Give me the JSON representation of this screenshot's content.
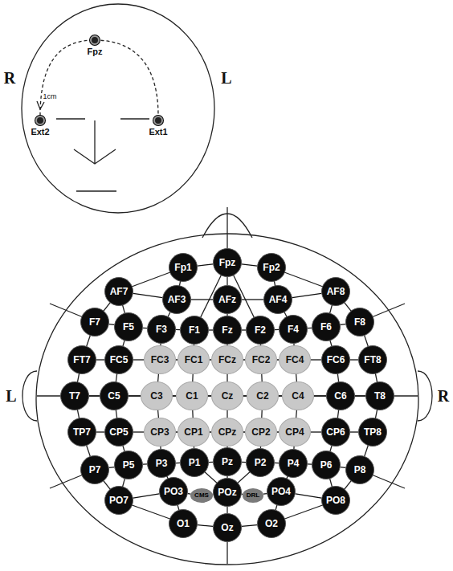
{
  "diagram": {
    "nodes": [
      {
        "text": [
          "Fpz"
        ]
      },
      {
        "text": [
          "Ext2"
        ]
      },
      {
        "text": [
          "Ext1"
        ]
      },
      {
        "text": [
          "Fp1"
        ]
      },
      {
        "text": [
          "Fpz"
        ]
      },
      {
        "text": [
          "Fp2"
        ]
      },
      {
        "text": [
          "AF7"
        ]
      },
      {
        "text": [
          "AF3"
        ]
      },
      {
        "text": [
          "AFz"
        ]
      },
      {
        "text": [
          "AF4"
        ]
      },
      {
        "text": [
          "AF8"
        ]
      },
      {
        "text": [
          "F7"
        ]
      },
      {
        "text": [
          "F5"
        ]
      },
      {
        "text": [
          "F3"
        ]
      },
      {
        "text": [
          "F1"
        ]
      },
      {
        "text": [
          "Fz"
        ]
      },
      {
        "text": [
          "F2"
        ]
      },
      {
        "text": [
          "F4"
        ]
      },
      {
        "text": [
          "F6"
        ]
      },
      {
        "text": [
          "F8"
        ]
      },
      {
        "text": [
          "FT7"
        ]
      },
      {
        "text": [
          "FC5"
        ]
      },
      {
        "text": [
          "FC3"
        ]
      },
      {
        "text": [
          "FC1"
        ]
      },
      {
        "text": [
          "FCz"
        ]
      },
      {
        "text": [
          "FC2"
        ]
      },
      {
        "text": [
          "FC4"
        ]
      },
      {
        "text": [
          "FC6"
        ]
      },
      {
        "text": [
          "FT8"
        ]
      },
      {
        "text": [
          "T7"
        ]
      },
      {
        "text": [
          "C5"
        ]
      },
      {
        "text": [
          "C3"
        ]
      },
      {
        "text": [
          "C1"
        ]
      },
      {
        "text": [
          "Cz"
        ]
      },
      {
        "text": [
          "C2"
        ]
      },
      {
        "text": [
          "C4"
        ]
      },
      {
        "text": [
          "C6"
        ]
      },
      {
        "text": [
          "T8"
        ]
      },
      {
        "text": [
          "TP7"
        ]
      },
      {
        "text": [
          "CP5"
        ]
      },
      {
        "text": [
          "CP3"
        ]
      },
      {
        "text": [
          "CP1"
        ]
      },
      {
        "text": [
          "CPz"
        ]
      },
      {
        "text": [
          "CP2"
        ]
      },
      {
        "text": [
          "CP4"
        ]
      },
      {
        "text": [
          "CP6"
        ]
      },
      {
        "text": [
          "TP8"
        ]
      },
      {
        "text": [
          "P7"
        ]
      },
      {
        "text": [
          "P5"
        ]
      },
      {
        "text": [
          "P3"
        ]
      },
      {
        "text": [
          "P1"
        ]
      },
      {
        "text": [
          "Pz"
        ]
      },
      {
        "text": [
          "P2"
        ]
      },
      {
        "text": [
          "P4"
        ]
      },
      {
        "text": [
          "P6"
        ]
      },
      {
        "text": [
          "P8"
        ]
      },
      {
        "text": [
          "PO7"
        ]
      },
      {
        "text": [
          "PO3"
        ]
      },
      {
        "text": [
          "CMS"
        ]
      },
      {
        "text": [
          "POz"
        ]
      },
      {
        "text": [
          "DRL"
        ]
      },
      {
        "text": [
          "PO4"
        ]
      },
      {
        "text": [
          "PO8"
        ]
      },
      {
        "text": [
          "O1"
        ]
      },
      {
        "text": [
          "Oz"
        ]
      },
      {
        "text": [
          "O2"
        ]
      }
    ],
    "edges": [
      {
        "from": 3,
        "to": 4,
        "arrow": "none"
      },
      {
        "from": 4,
        "to": 5,
        "arrow": "none"
      },
      {
        "from": 6,
        "to": 7,
        "arrow": "none"
      },
      {
        "from": 7,
        "to": 8,
        "arrow": "none"
      },
      {
        "from": 8,
        "to": 9,
        "arrow": "none"
      },
      {
        "from": 9,
        "to": 10,
        "arrow": "none"
      },
      {
        "from": 11,
        "to": 12,
        "arrow": "none"
      },
      {
        "from": 12,
        "to": 13,
        "arrow": "none"
      },
      {
        "from": 13,
        "to": 14,
        "arrow": "none"
      },
      {
        "from": 14,
        "to": 15,
        "arrow": "none"
      },
      {
        "from": 15,
        "to": 16,
        "arrow": "none"
      },
      {
        "from": 16,
        "to": 17,
        "arrow": "none"
      },
      {
        "from": 17,
        "to": 18,
        "arrow": "none"
      },
      {
        "from": 18,
        "to": 19,
        "arrow": "none"
      },
      {
        "from": 20,
        "to": 21,
        "arrow": "none"
      },
      {
        "from": 21,
        "to": 22,
        "arrow": "none"
      },
      {
        "from": 22,
        "to": 23,
        "arrow": "none"
      },
      {
        "from": 23,
        "to": 24,
        "arrow": "none"
      },
      {
        "from": 24,
        "to": 25,
        "arrow": "none"
      },
      {
        "from": 25,
        "to": 26,
        "arrow": "none"
      },
      {
        "from": 26,
        "to": 27,
        "arrow": "none"
      },
      {
        "from": 27,
        "to": 28,
        "arrow": "none"
      },
      {
        "from": 29,
        "to": 30,
        "arrow": "none"
      },
      {
        "from": 30,
        "to": 31,
        "arrow": "none"
      },
      {
        "from": 31,
        "to": 32,
        "arrow": "none"
      },
      {
        "from": 32,
        "to": 33,
        "arrow": "none"
      },
      {
        "from": 33,
        "to": 34,
        "arrow": "none"
      },
      {
        "from": 34,
        "to": 35,
        "arrow": "none"
      },
      {
        "from": 35,
        "to": 36,
        "arrow": "none"
      },
      {
        "from": 36,
        "to": 37,
        "arrow": "none"
      },
      {
        "from": 38,
        "to": 39,
        "arrow": "none"
      },
      {
        "from": 39,
        "to": 40,
        "arrow": "none"
      },
      {
        "from": 40,
        "to": 41,
        "arrow": "none"
      },
      {
        "from": 41,
        "to": 42,
        "arrow": "none"
      },
      {
        "from": 42,
        "to": 43,
        "arrow": "none"
      },
      {
        "from": 43,
        "to": 44,
        "arrow": "none"
      },
      {
        "from": 44,
        "to": 45,
        "arrow": "none"
      },
      {
        "from": 45,
        "to": 46,
        "arrow": "none"
      },
      {
        "from": 47,
        "to": 48,
        "arrow": "none"
      },
      {
        "from": 48,
        "to": 49,
        "arrow": "none"
      },
      {
        "from": 49,
        "to": 50,
        "arrow": "none"
      },
      {
        "from": 50,
        "to": 51,
        "arrow": "none"
      },
      {
        "from": 51,
        "to": 52,
        "arrow": "none"
      },
      {
        "from": 52,
        "to": 53,
        "arrow": "none"
      },
      {
        "from": 53,
        "to": 54,
        "arrow": "none"
      },
      {
        "from": 54,
        "to": 55,
        "arrow": "none"
      },
      {
        "from": 56,
        "to": 57,
        "arrow": "none"
      },
      {
        "from": 57,
        "to": 58,
        "arrow": "none"
      },
      {
        "from": 58,
        "to": 59,
        "arrow": "none"
      },
      {
        "from": 59,
        "to": 60,
        "arrow": "none"
      },
      {
        "from": 60,
        "to": 61,
        "arrow": "none"
      },
      {
        "from": 61,
        "to": 62,
        "arrow": "none"
      },
      {
        "from": 63,
        "to": 64,
        "arrow": "none"
      },
      {
        "from": 64,
        "to": 65,
        "arrow": "none"
      }
    ],
    "labels": [
      "R",
      "L",
      "1cm",
      "L",
      "R"
    ]
  }
}
